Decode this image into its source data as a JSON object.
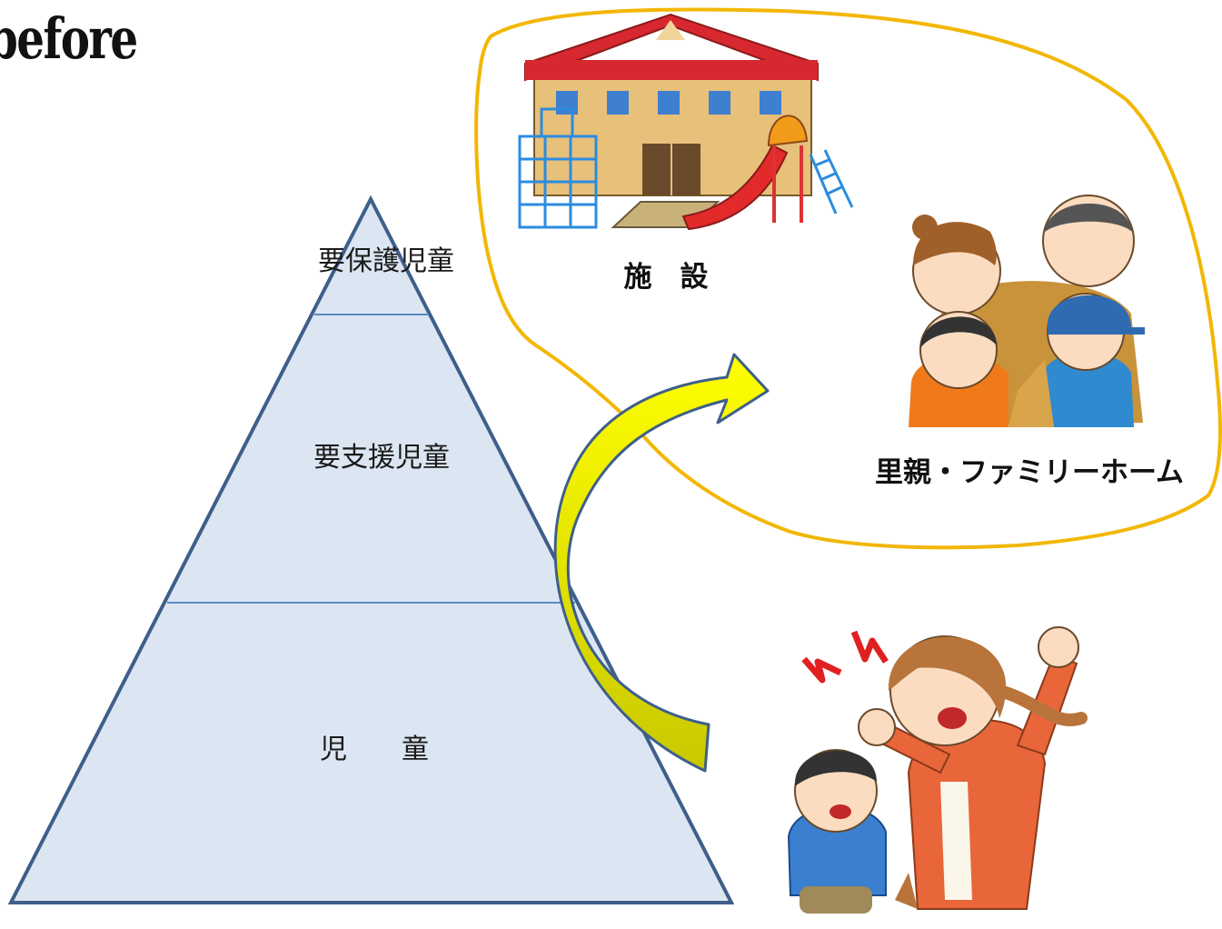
{
  "title": "before",
  "pyramid": {
    "top_label": "要保護児童",
    "middle_label": "要支援児童",
    "bottom_label": "児　　童"
  },
  "destinations": {
    "facility_label": "施　設",
    "foster_label": "里親・ファミリーホーム"
  },
  "icons": [
    "facility-building-illustration",
    "foster-family-illustration",
    "scolding-parent-illustration"
  ],
  "colors": {
    "pyramid_fill": "#dce6f2",
    "pyramid_stroke": "#3f5f8a",
    "tier_line": "#5b8ac6",
    "arrow_fill": "#ffff00",
    "arrow_stroke": "#3f5f8a",
    "outline_loop": "#f2b705"
  }
}
